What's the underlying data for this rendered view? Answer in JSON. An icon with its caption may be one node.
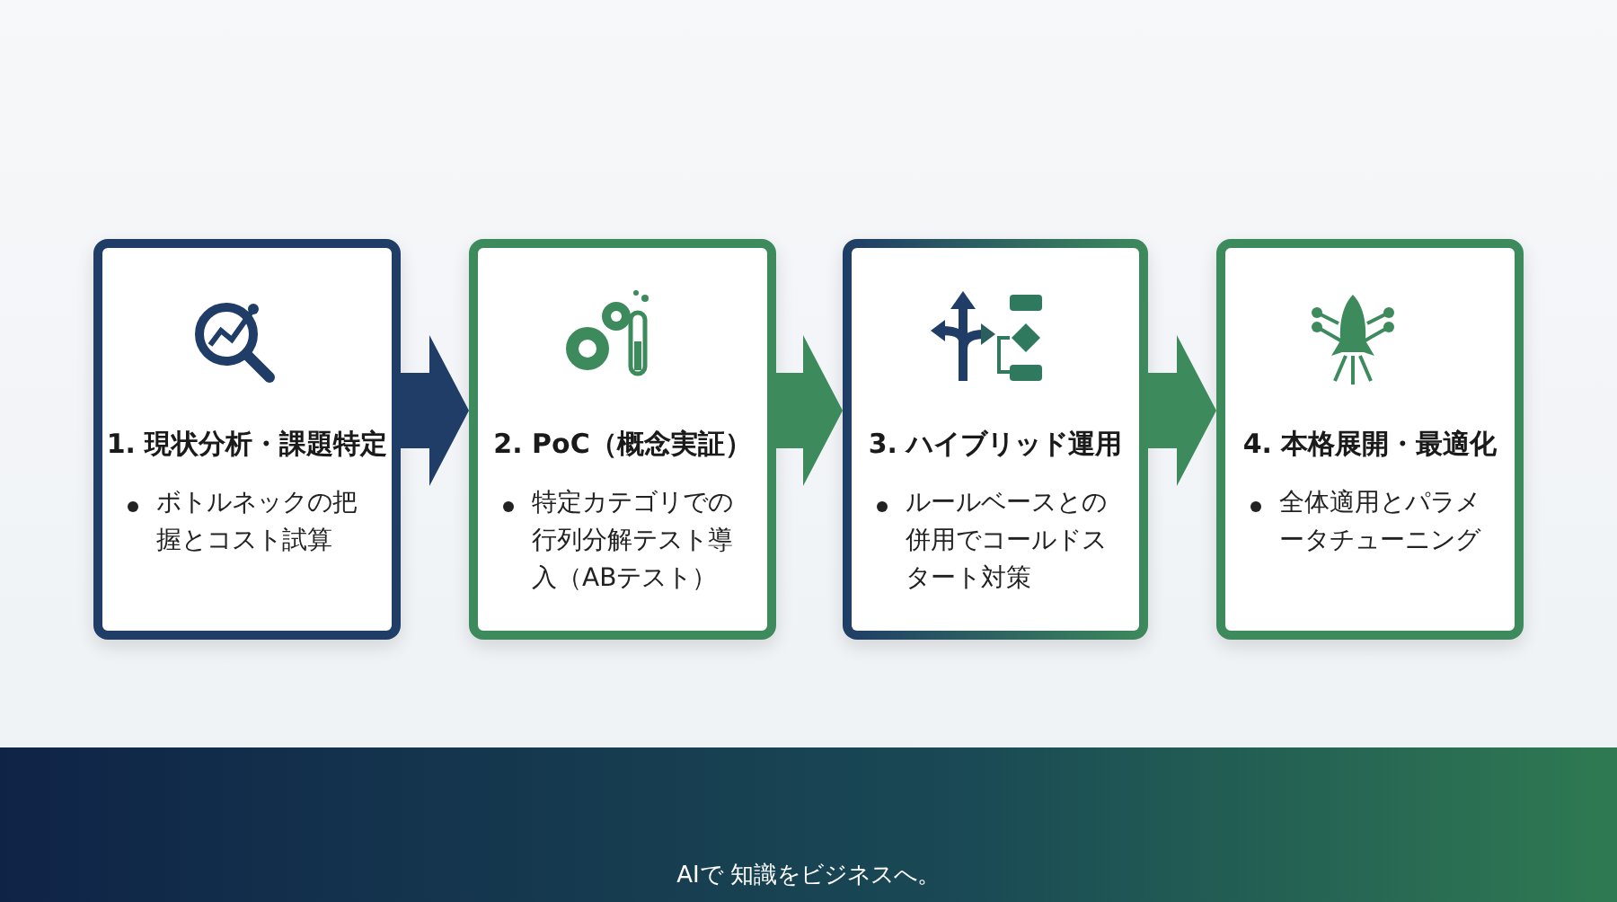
{
  "diagram": {
    "nodes": [
      {
        "text": [
          "1. 現状分析・課題特定",
          "ボトルネックの把握とコスト試算"
        ]
      },
      {
        "text": [
          "2. PoC（概念実証）",
          "特定カテゴリでの行列分解テスト導入（ABテスト）"
        ]
      },
      {
        "text": [
          "3. ハイブリッド運用",
          "ルールベースとの併用でコールドスタート対策"
        ]
      },
      {
        "text": [
          "4. 本格展開・最適化",
          "全体適用とパラメータチューニング"
        ]
      }
    ],
    "edges": [
      {
        "from": 0,
        "to": 1,
        "arrow": "to",
        "color": "#1f3d66"
      },
      {
        "from": 1,
        "to": 2,
        "arrow": "to"
      },
      {
        "from": 2,
        "to": 3,
        "arrow": "to"
      }
    ],
    "labels": [
      "AIで 知識をビジネスへ。"
    ]
  }
}
